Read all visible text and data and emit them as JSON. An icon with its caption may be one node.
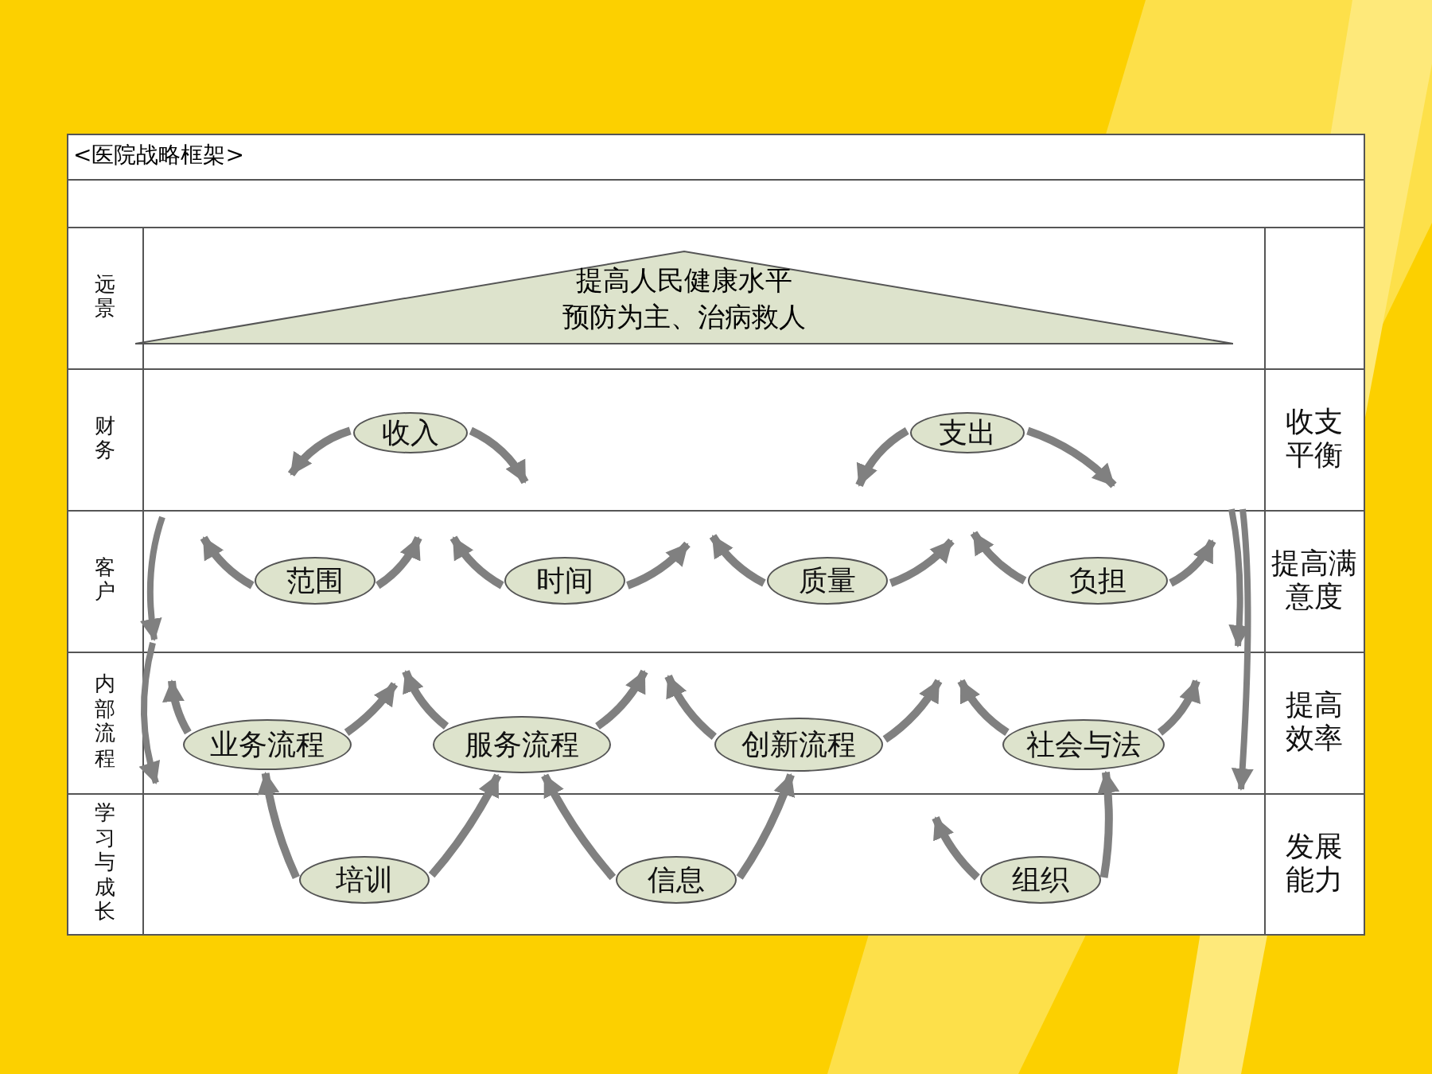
{
  "diagram": {
    "title": "<医院战略框架>",
    "nodes": [
      {
        "text": [
          "提高人民健康水平",
          "预防为主、治病救人"
        ]
      },
      {
        "text": [
          "收入"
        ]
      },
      {
        "text": [
          "支出"
        ]
      },
      {
        "text": [
          "范围"
        ]
      },
      {
        "text": [
          "时间"
        ]
      },
      {
        "text": [
          "质量"
        ]
      },
      {
        "text": [
          "负担"
        ]
      },
      {
        "text": [
          "业务流程"
        ]
      },
      {
        "text": [
          "服务流程"
        ]
      },
      {
        "text": [
          "创新流程"
        ]
      },
      {
        "text": [
          "社会与法"
        ]
      },
      {
        "text": [
          "培训"
        ]
      },
      {
        "text": [
          "信息"
        ]
      },
      {
        "text": [
          "组织"
        ]
      }
    ],
    "edges": [
      {
        "from": 1,
        "to": null,
        "arrow": "to"
      },
      {
        "from": 1,
        "to": null,
        "arrow": "to"
      },
      {
        "from": 2,
        "to": null,
        "arrow": "to"
      },
      {
        "from": 2,
        "to": null,
        "arrow": "to"
      },
      {
        "from": 3,
        "to": null,
        "arrow": "to"
      },
      {
        "from": 3,
        "to": null,
        "arrow": "to"
      },
      {
        "from": 4,
        "to": null,
        "arrow": "to"
      },
      {
        "from": 4,
        "to": null,
        "arrow": "to"
      },
      {
        "from": 5,
        "to": null,
        "arrow": "to"
      },
      {
        "from": 5,
        "to": null,
        "arrow": "to"
      },
      {
        "from": 6,
        "to": null,
        "arrow": "to"
      },
      {
        "from": 6,
        "to": null,
        "arrow": "to"
      },
      {
        "from": 7,
        "to": null,
        "arrow": "to"
      },
      {
        "from": 7,
        "to": null,
        "arrow": "to"
      },
      {
        "from": 8,
        "to": null,
        "arrow": "to"
      },
      {
        "from": 8,
        "to": null,
        "arrow": "to"
      },
      {
        "from": 9,
        "to": null,
        "arrow": "to"
      },
      {
        "from": 9,
        "to": null,
        "arrow": "to"
      },
      {
        "from": 10,
        "to": null,
        "arrow": "to"
      },
      {
        "from": 10,
        "to": null,
        "arrow": "to"
      },
      {
        "from": 11,
        "to": 7,
        "arrow": "to"
      },
      {
        "from": 11,
        "to": 8,
        "arrow": "to"
      },
      {
        "from": 12,
        "to": 8,
        "arrow": "to"
      },
      {
        "from": 12,
        "to": 9,
        "arrow": "to"
      },
      {
        "from": 13,
        "to": null,
        "arrow": "to"
      },
      {
        "from": 13,
        "to": 10,
        "arrow": "to"
      }
    ],
    "labels": [
      "远景",
      "财务",
      "收支平衡",
      "客户",
      "提高满意度",
      "内部流程",
      "提高效率",
      "学习与成长",
      "发展能力"
    ]
  }
}
